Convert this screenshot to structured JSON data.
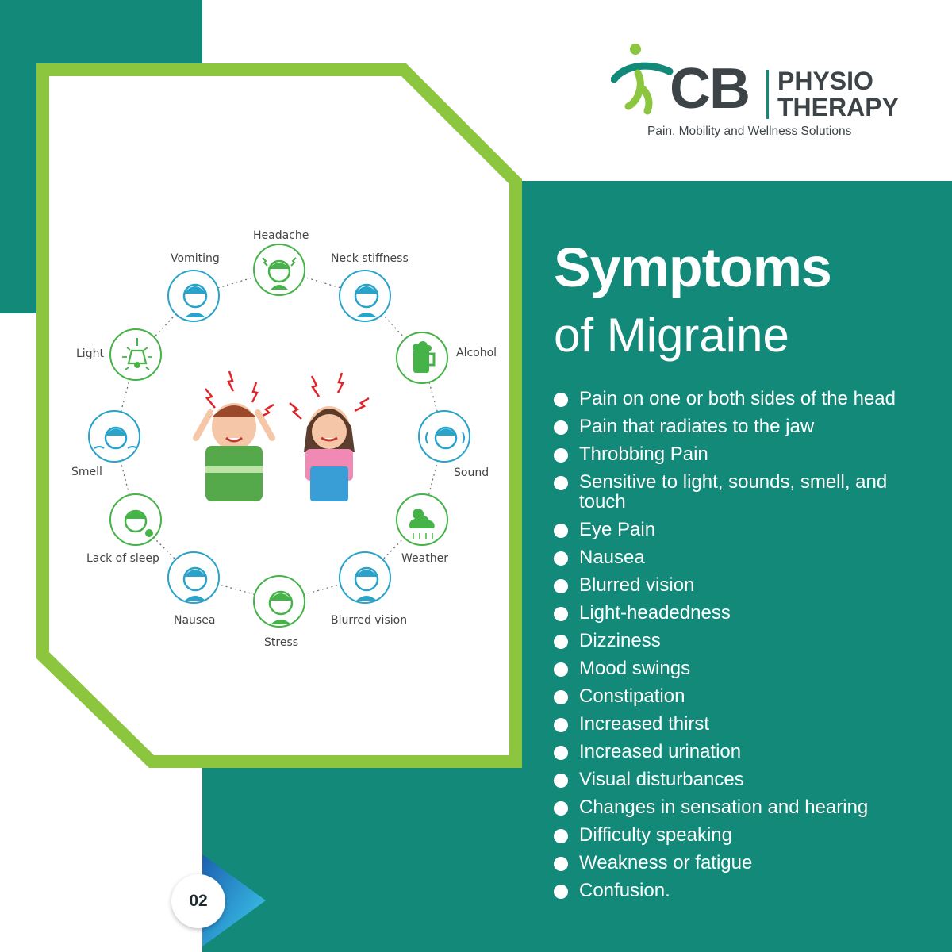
{
  "brand": {
    "logo_letters": "CB",
    "logo_word1": "PHYSIO",
    "logo_word2": "THERAPY",
    "tagline": "Pain,  Mobility and Wellness Solutions"
  },
  "heading": {
    "title": "Symptoms",
    "subtitle": "of Migraine"
  },
  "symptoms": [
    "Pain on one or both sides of the head",
    "Pain that radiates to the jaw",
    "Throbbing  Pain",
    "Sensitive to light, sounds, smell, and touch",
    "Eye Pain",
    "Nausea",
    "Blurred vision",
    "Light-headedness",
    "Dizziness",
    "Mood swings",
    "Constipation",
    "Increased thirst",
    "Increased  urination",
    "Visual disturbances",
    "Changes in sensation and hearing",
    "Difficulty speaking",
    "Weakness or fatigue",
    "Confusion."
  ],
  "diagram": {
    "labels": {
      "headache": "Headache",
      "neck_stiffness": "Neck stiffness",
      "alcohol": "Alcohol",
      "sound": "Sound",
      "weather": "Weather",
      "blurred_vision": "Blurred vision",
      "stress": "Stress",
      "nausea": "Nausea",
      "lack_of_sleep": "Lack of sleep",
      "smell": "Smell",
      "light": "Light",
      "vomiting": "Vomiting"
    }
  },
  "page": {
    "number": "02"
  },
  "colors": {
    "teal": "#13897a",
    "lime": "#8cc63f",
    "blue": "#29a3c9",
    "green": "#46b349",
    "text_dark": "#3d4448"
  }
}
